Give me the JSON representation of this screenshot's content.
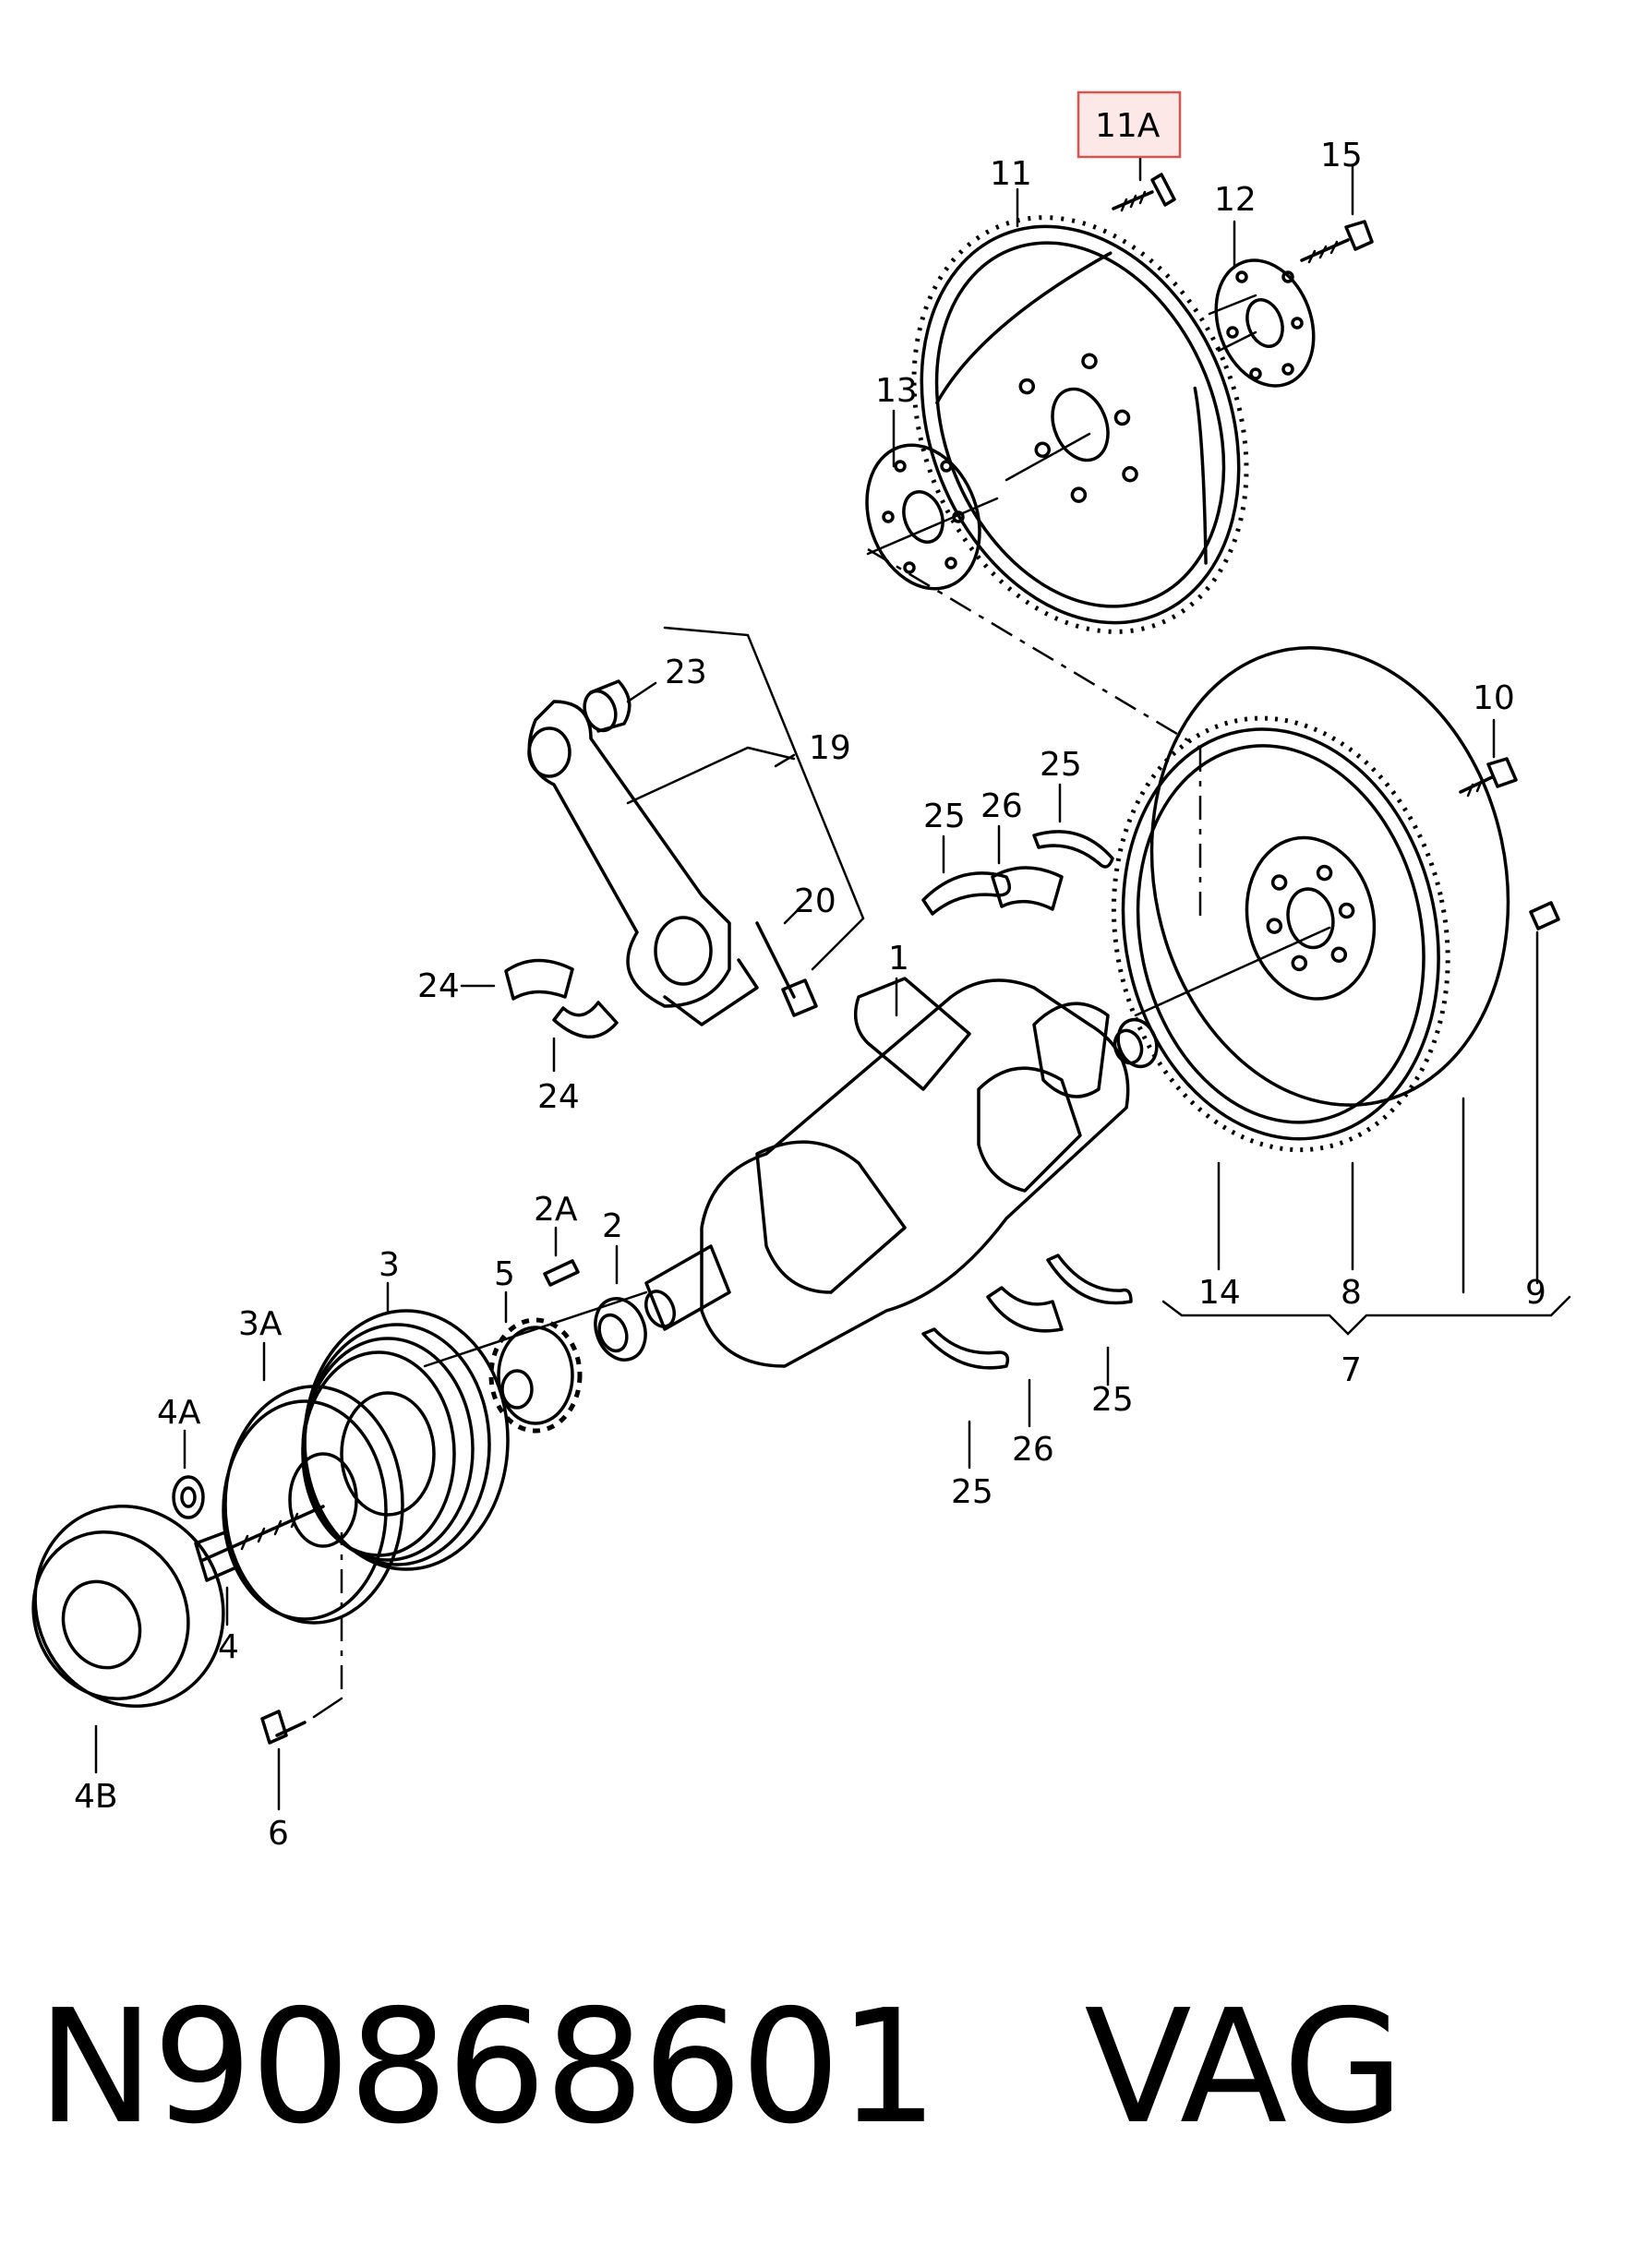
{
  "part_number": "N90868601",
  "brand": "VAG",
  "highlight_color": "#d9534f",
  "highlight_fill": "#fde8e8",
  "callouts": {
    "c11A": "11A",
    "c11": "11",
    "c15": "15",
    "c12": "12",
    "c13": "13",
    "c23": "23",
    "c19": "19",
    "c20": "20",
    "c10": "10",
    "c26_top": "26",
    "c25_top_left": "25",
    "c25_top_right": "25",
    "c24_left": "24",
    "c24_bottom": "24",
    "c1": "1",
    "c2A": "2A",
    "c2": "2",
    "c3": "3",
    "c5": "5",
    "c3A": "3A",
    "c4A": "4A",
    "c4": "4",
    "c4B": "4B",
    "c6": "6",
    "c14": "14",
    "c8": "8",
    "c9": "9",
    "c7": "7",
    "c25_bottom_left": "25",
    "c26_bottom": "26",
    "c25_bottom_right": "25"
  }
}
